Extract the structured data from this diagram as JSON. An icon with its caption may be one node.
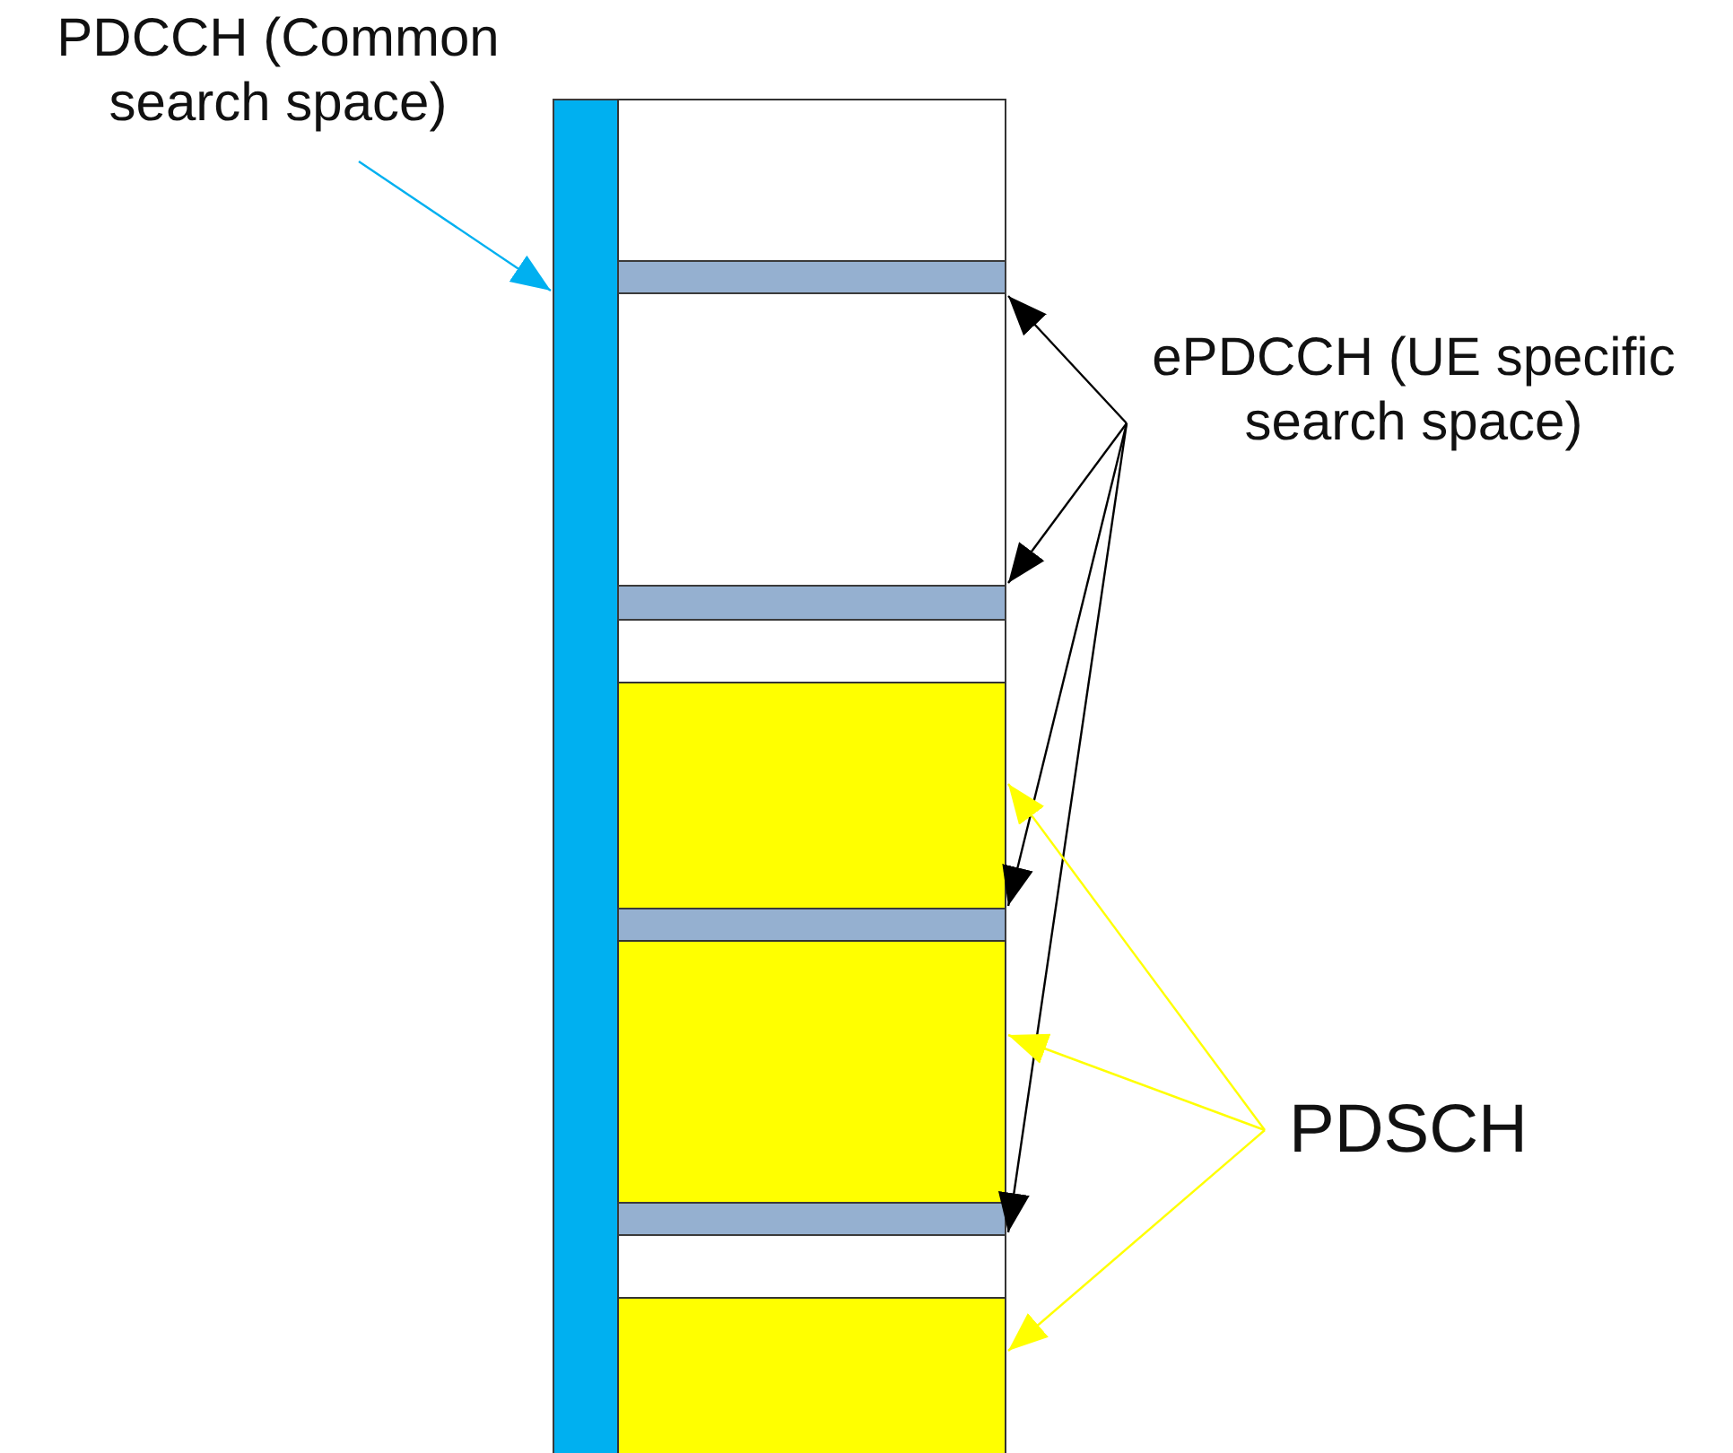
{
  "diagram": {
    "nodes": [
      {
        "text": [
          "PDCCH (Common search space)"
        ]
      },
      {
        "text": [],
        "shape": "bar"
      },
      {
        "text": [],
        "shape": "box"
      },
      {
        "text": [],
        "shape": "bar",
        "in": 2
      },
      {
        "text": [],
        "shape": "bar",
        "in": 2
      },
      {
        "text": [],
        "shape": "box",
        "in": 2
      },
      {
        "text": [],
        "shape": "bar",
        "in": 2
      },
      {
        "text": [],
        "shape": "box",
        "in": 2
      },
      {
        "text": [],
        "shape": "bar",
        "in": 2
      },
      {
        "text": [],
        "shape": "box",
        "in": 2
      },
      {
        "text": [
          "ePDCCH (UE specific search space)"
        ]
      },
      {
        "text": [
          "PDSCH"
        ]
      }
    ],
    "edges": [
      {
        "from": 0,
        "to": 1,
        "arrow": "to",
        "color": "#00b0f0"
      },
      {
        "from": 10,
        "to": 3,
        "arrow": "to"
      },
      {
        "from": 10,
        "to": 4,
        "arrow": "to"
      },
      {
        "from": 10,
        "to": 6,
        "arrow": "to"
      },
      {
        "from": 10,
        "to": 8,
        "arrow": "to"
      },
      {
        "from": 11,
        "to": 5,
        "arrow": "to",
        "color": "#ffff00"
      },
      {
        "from": 11,
        "to": 7,
        "arrow": "to",
        "color": "#ffff00"
      },
      {
        "from": 11,
        "to": 9,
        "arrow": "to",
        "color": "#ffff00"
      }
    ]
  }
}
